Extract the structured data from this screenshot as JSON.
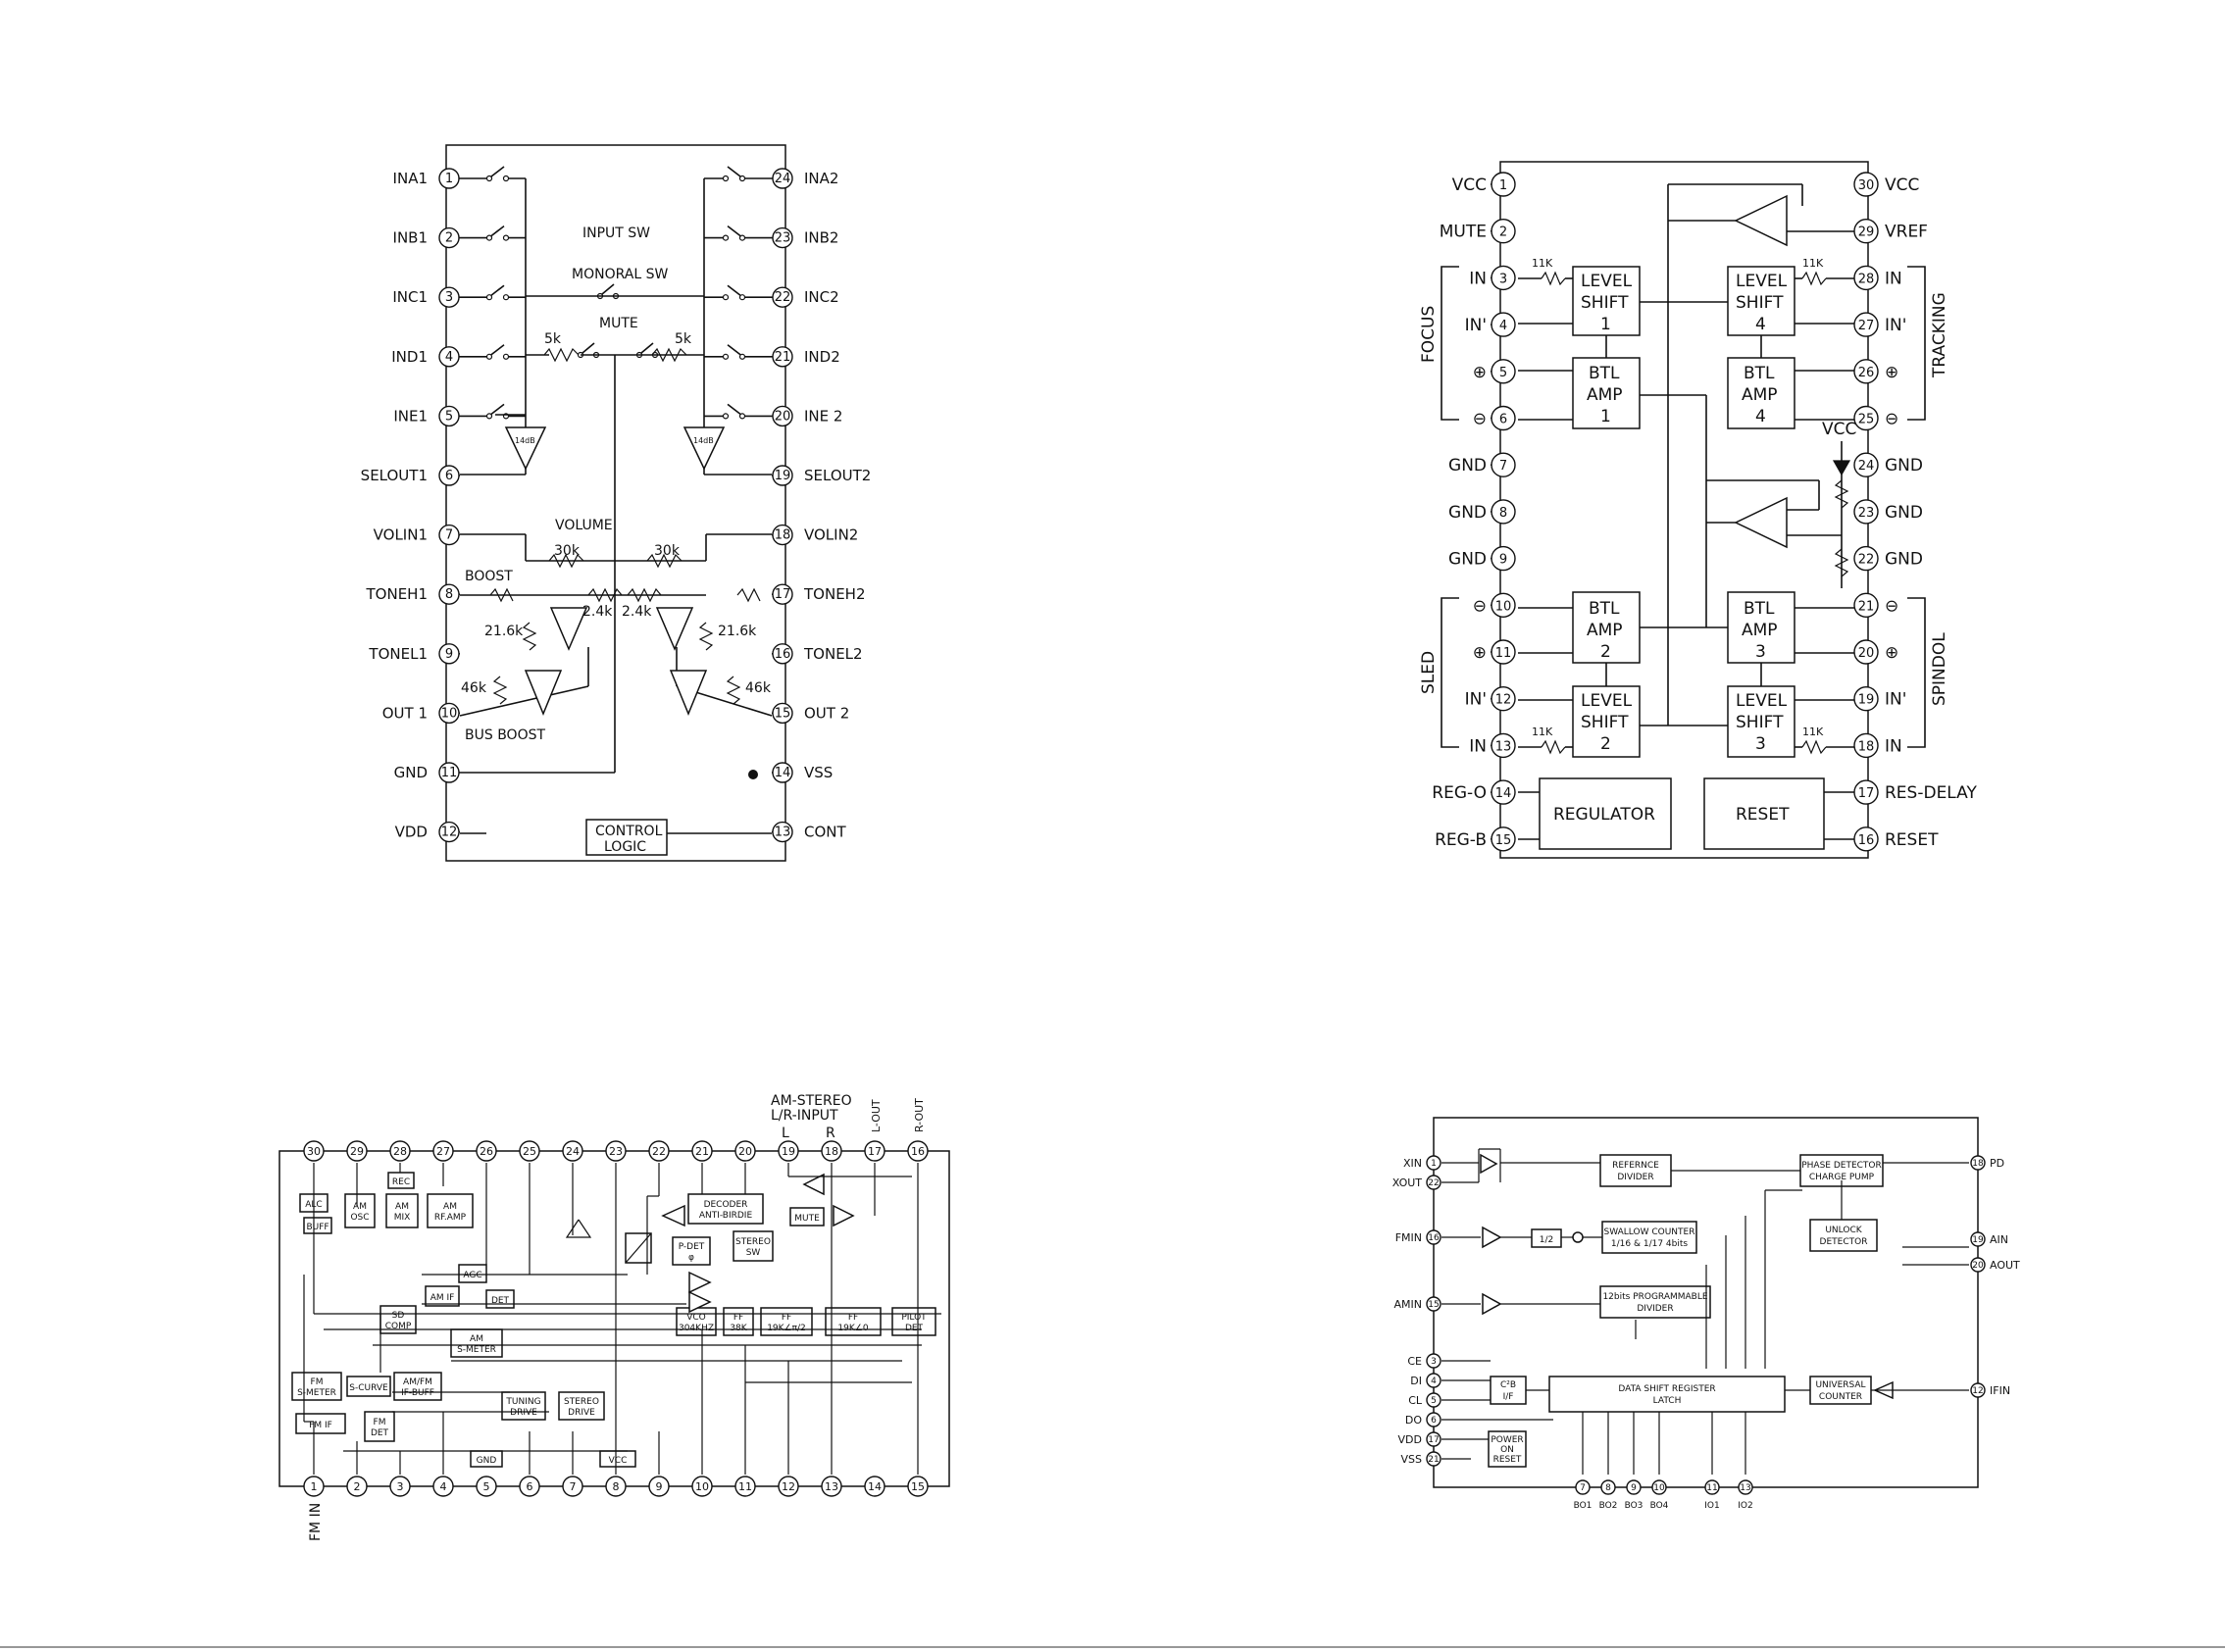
{
  "ic1": {
    "left_pins": [
      {
        "num": "1",
        "label": "INA1"
      },
      {
        "num": "2",
        "label": "INB1"
      },
      {
        "num": "3",
        "label": "INC1"
      },
      {
        "num": "4",
        "label": "IND1"
      },
      {
        "num": "5",
        "label": "INE1"
      },
      {
        "num": "6",
        "label": "SELOUT1"
      },
      {
        "num": "7",
        "label": "VOLIN1"
      },
      {
        "num": "8",
        "label": "TONEH1"
      },
      {
        "num": "9",
        "label": "TONEL1"
      },
      {
        "num": "10",
        "label": "OUT 1"
      },
      {
        "num": "11",
        "label": "GND"
      },
      {
        "num": "12",
        "label": "VDD"
      }
    ],
    "right_pins": [
      {
        "num": "24",
        "label": "INA2"
      },
      {
        "num": "23",
        "label": "INB2"
      },
      {
        "num": "22",
        "label": "INC2"
      },
      {
        "num": "21",
        "label": "IND2"
      },
      {
        "num": "20",
        "label": "INE 2"
      },
      {
        "num": "19",
        "label": "SELOUT2"
      },
      {
        "num": "18",
        "label": "VOLIN2"
      },
      {
        "num": "17",
        "label": "TONEH2"
      },
      {
        "num": "16",
        "label": "TONEL2"
      },
      {
        "num": "15",
        "label": "OUT 2"
      },
      {
        "num": "14",
        "label": "VSS"
      },
      {
        "num": "13",
        "label": "CONT"
      }
    ],
    "labels": {
      "input_sw": "INPUT SW",
      "monoral_sw": "MONORAL SW",
      "mute": "MUTE",
      "r5k_l": "5k",
      "r5k_r": "5k",
      "gain_l": "14dB",
      "gain_r": "14dB",
      "volume": "VOLUME",
      "r30k_l": "30k",
      "r30k_r": "30k",
      "boost": "BOOST",
      "r24_l": "2.4k",
      "r24_l2": "2.4k",
      "r216_l": "21.6k",
      "r216_r": "21.6k",
      "r46_l": "46k",
      "r46_r": "46k",
      "bus_boost": "BUS BOOST",
      "control": "CONTROL",
      "logic": "LOGIC"
    }
  },
  "ic2": {
    "left_pins": [
      {
        "num": "1",
        "label": "VCC"
      },
      {
        "num": "2",
        "label": "MUTE"
      },
      {
        "num": "3",
        "label": "IN"
      },
      {
        "num": "4",
        "label": "IN'"
      },
      {
        "num": "5",
        "label": "⊕"
      },
      {
        "num": "6",
        "label": "⊖"
      },
      {
        "num": "7",
        "label": "GND"
      },
      {
        "num": "8",
        "label": "GND"
      },
      {
        "num": "9",
        "label": "GND"
      },
      {
        "num": "10",
        "label": "⊖"
      },
      {
        "num": "11",
        "label": "⊕"
      },
      {
        "num": "12",
        "label": "IN'"
      },
      {
        "num": "13",
        "label": "IN"
      },
      {
        "num": "14",
        "label": "REG-O"
      },
      {
        "num": "15",
        "label": "REG-B"
      }
    ],
    "right_pins": [
      {
        "num": "30",
        "label": "VCC"
      },
      {
        "num": "29",
        "label": "VREF"
      },
      {
        "num": "28",
        "label": "IN"
      },
      {
        "num": "27",
        "label": "IN'"
      },
      {
        "num": "26",
        "label": "⊕"
      },
      {
        "num": "25",
        "label": "⊖"
      },
      {
        "num": "24",
        "label": "GND"
      },
      {
        "num": "23",
        "label": "GND"
      },
      {
        "num": "22",
        "label": "GND"
      },
      {
        "num": "21",
        "label": "⊖"
      },
      {
        "num": "20",
        "label": "⊕"
      },
      {
        "num": "19",
        "label": "IN'"
      },
      {
        "num": "18",
        "label": "IN"
      },
      {
        "num": "17",
        "label": "RES-DELAY"
      },
      {
        "num": "16",
        "label": "RESET"
      }
    ],
    "groups": {
      "focus": "FOCUS",
      "tracking": "TRACKING",
      "sled": "SLED",
      "spindol": "SPINDOL"
    },
    "blocks": {
      "level_shift": "LEVEL",
      "shift": "SHIFT",
      "btl": "BTL",
      "amp": "AMP",
      "n1": "1",
      "n2": "2",
      "n3": "3",
      "n4": "4",
      "regulator": "REGULATOR",
      "reset": "RESET"
    },
    "res": {
      "r11k": "11K"
    },
    "vcc": "VCC"
  },
  "ic3": {
    "top_pins": [
      "30",
      "29",
      "28",
      "27",
      "26",
      "25",
      "24",
      "23",
      "22",
      "21",
      "20",
      "19",
      "18",
      "17",
      "16"
    ],
    "bottom_pins": [
      "1",
      "2",
      "3",
      "4",
      "5",
      "6",
      "7",
      "8",
      "9",
      "10",
      "11",
      "12",
      "13",
      "14",
      "15"
    ],
    "header": {
      "am_stereo": "AM-STEREO",
      "lr_input": "L/R-INPUT",
      "l": "L",
      "r": "R",
      "l_out": "L-OUT",
      "r_out": "R-OUT"
    },
    "fm_in": "FM IN",
    "blocks": {
      "alc": "ALC",
      "buff": "BUFF",
      "am_osc_1": "AM",
      "am_osc_2": "OSC",
      "rec": "REC",
      "am_mix_1": "AM",
      "am_mix_2": "MIX",
      "am_rf_1": "AM",
      "am_rf_2": "RF.AMP",
      "agc": "AGC",
      "am_if": "AM IF",
      "det": "DET",
      "sd_comp_1": "SD",
      "sd_comp_2": "COMP",
      "am_smeter_1": "AM",
      "am_smeter_2": "S-METER",
      "fm_smeter_1": "FM",
      "fm_smeter_2": "S-METER",
      "s_curve": "S-CURVE",
      "amfm_if_1": "AM/FM",
      "amfm_if_2": "IF-BUFF",
      "fm_if": "FM IF",
      "fm_det_1": "FM",
      "fm_det_2": "DET",
      "gnd": "GND",
      "vcc": "VCC",
      "tuning_1": "TUNING",
      "tuning_2": "DRIVE",
      "stereo_drive_1": "STEREO",
      "stereo_drive_2": "DRIVE",
      "decoder_1": "DECODER",
      "decoder_2": "ANTI-BIRDIE",
      "p_det_1": "P-DET",
      "p_det_2": "φ",
      "stereo_sw_1": "STEREO",
      "stereo_sw_2": "SW",
      "mute": "MUTE",
      "vco_1": "VCO",
      "vco_2": "304KHZ",
      "ff38_1": "FF",
      "ff38_2": "38K",
      "ff19a_1": "FF",
      "ff19a_2": "19K∠π/2",
      "ff19b_1": "FF",
      "ff19b_2": "19K∠0",
      "pilot_1": "PILOT",
      "pilot_2": "DET"
    }
  },
  "ic4": {
    "left_pins": [
      {
        "num": "1",
        "label": "XIN"
      },
      {
        "num": "22",
        "label": "XOUT"
      },
      {
        "num": "16",
        "label": "FMIN"
      },
      {
        "num": "15",
        "label": "AMIN"
      },
      {
        "num": "3",
        "label": "CE"
      },
      {
        "num": "4",
        "label": "DI"
      },
      {
        "num": "5",
        "label": "CL"
      },
      {
        "num": "6",
        "label": "DO"
      },
      {
        "num": "17",
        "label": "VDD"
      },
      {
        "num": "21",
        "label": "VSS"
      }
    ],
    "right_pins": [
      {
        "num": "18",
        "label": "PD"
      },
      {
        "num": "19",
        "label": "AIN"
      },
      {
        "num": "20",
        "label": "AOUT"
      },
      {
        "num": "12",
        "label": "IFIN"
      }
    ],
    "bottom_pins": [
      {
        "num": "7",
        "label": "BO1"
      },
      {
        "num": "8",
        "label": "BO2"
      },
      {
        "num": "9",
        "label": "BO3"
      },
      {
        "num": "10",
        "label": "BO4"
      },
      {
        "num": "11",
        "label": "IO1"
      },
      {
        "num": "13",
        "label": "IO2"
      }
    ],
    "blocks": {
      "ref_1": "REFERNCE",
      "ref_2": "DIVIDER",
      "phase_1": "PHASE DETECTOR",
      "phase_2": "CHARGE PUMP",
      "unlock_1": "UNLOCK",
      "unlock_2": "DETECTOR",
      "half": "1/2",
      "swallow_1": "SWALLOW COUNTER",
      "swallow_2": "1/16 & 1/17 4bits",
      "prog_1": "12bits PROGRAMMABLE",
      "prog_2": "DIVIDER",
      "c2b_1": "C²B",
      "c2b_2": "I/F",
      "dsr_1": "DATA SHIFT REGISTER",
      "dsr_2": "LATCH",
      "univ_1": "UNIVERSAL",
      "univ_2": "COUNTER",
      "por_1": "POWER",
      "por_2": "ON",
      "por_3": "RESET"
    }
  }
}
